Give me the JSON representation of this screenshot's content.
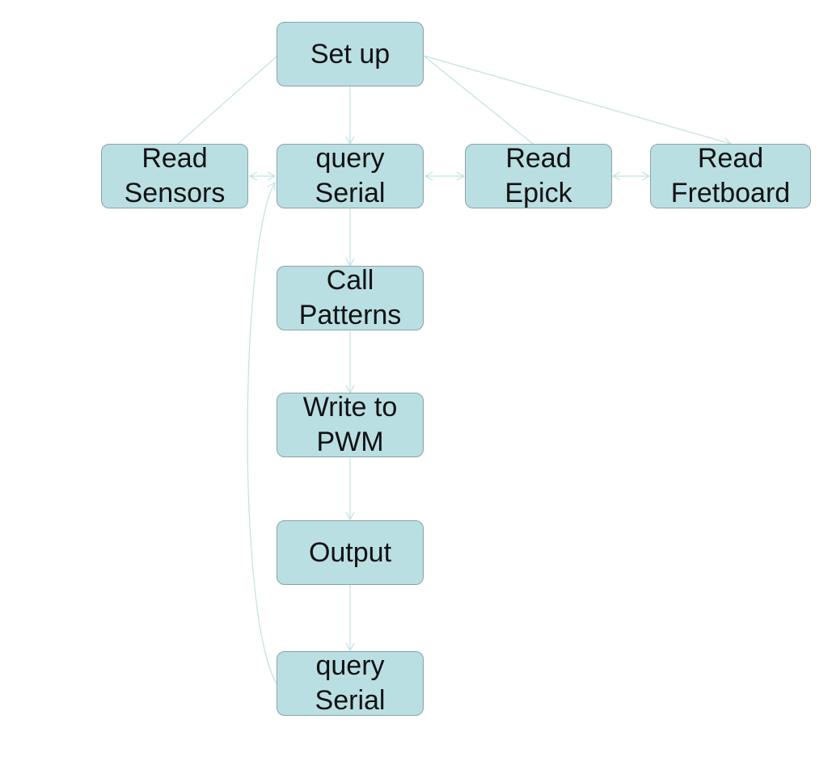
{
  "diagram": {
    "colors": {
      "node_fill": "#b9dfe3",
      "node_border": "#8aa3a6",
      "edge": "#c2e1e4",
      "text": "#111111"
    },
    "nodes": {
      "setup": "Set up",
      "read_sensors": "Read\nSensors",
      "query_serial_top": "query\nSerial",
      "read_epick": "Read\nEpick",
      "read_fretboard": "Read\nFretboard",
      "call_patterns": "Call\nPatterns",
      "write_pwm": "Write to\nPWM",
      "output": "Output",
      "query_serial_bottom": "query\nSerial"
    },
    "edges": [
      {
        "from": "Set up",
        "to": "Read Sensors"
      },
      {
        "from": "Set up",
        "to": "query Serial"
      },
      {
        "from": "Set up",
        "to": "Read Epick"
      },
      {
        "from": "Set up",
        "to": "Read Fretboard"
      },
      {
        "from": "query Serial",
        "to": "Read Sensors",
        "bidirectional": true
      },
      {
        "from": "query Serial",
        "to": "Read Epick",
        "bidirectional": true
      },
      {
        "from": "Read Epick",
        "to": "Read Fretboard",
        "bidirectional": true
      },
      {
        "from": "query Serial",
        "to": "Call Patterns"
      },
      {
        "from": "Call Patterns",
        "to": "Write to PWM"
      },
      {
        "from": "Write to PWM",
        "to": "Output"
      },
      {
        "from": "Output",
        "to": "query Serial"
      },
      {
        "from": "query Serial",
        "to": "query Serial",
        "loop_back": true
      }
    ]
  }
}
